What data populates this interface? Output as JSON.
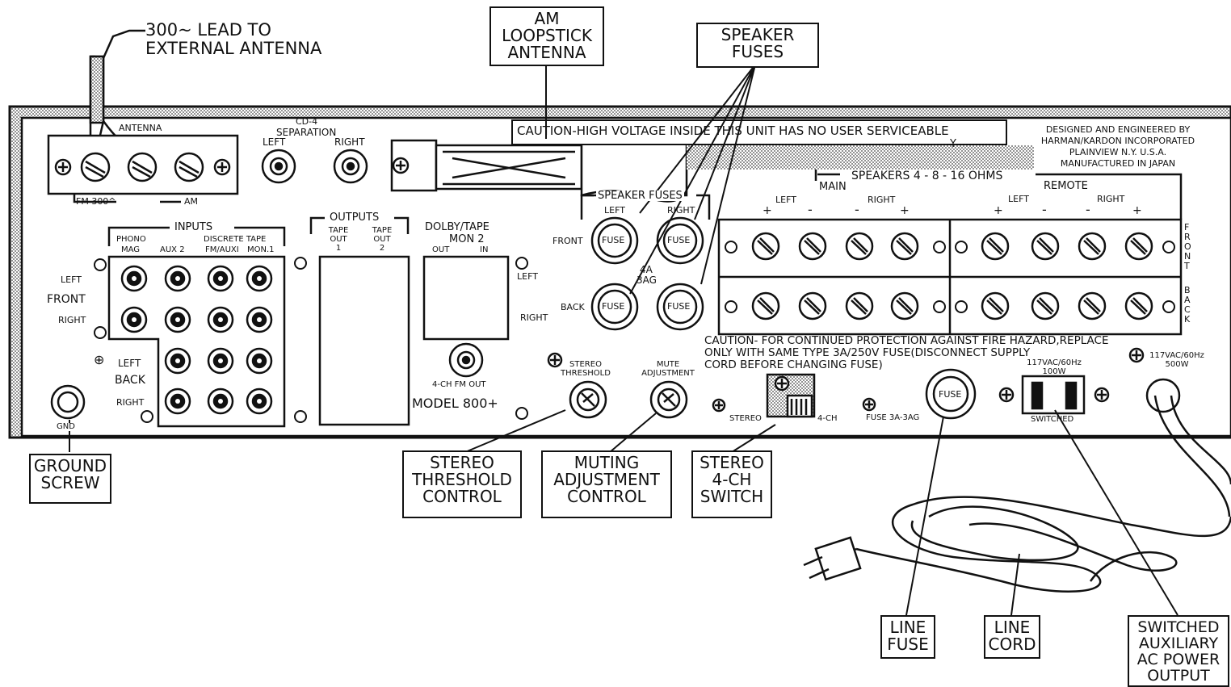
{
  "colors": {
    "ink": "#111111",
    "panel_shade": "#bdbdbd",
    "paper": "#ffffff"
  },
  "callouts": {
    "antenna_lead": [
      "300~ LEAD TO",
      "EXTERNAL ANTENNA"
    ],
    "am_loopstick": [
      "AM",
      "LOOPSTICK",
      "ANTENNA"
    ],
    "speaker_fuses": [
      "SPEAKER",
      "FUSES"
    ],
    "ground_screw": [
      "GROUND",
      "SCREW"
    ],
    "stereo_threshold": [
      "STEREO",
      "THRESHOLD",
      "CONTROL"
    ],
    "muting_adjustment": [
      "MUTING",
      "ADJUSTMENT",
      "CONTROL"
    ],
    "stereo_switch": [
      "STEREO",
      "4-CH",
      "SWITCH"
    ],
    "line_fuse": [
      "LINE",
      "FUSE"
    ],
    "line_cord": [
      "LINE",
      "CORD"
    ],
    "aux_output": [
      "SWITCHED",
      "AUXILIARY",
      "AC POWER",
      "OUTPUT"
    ]
  },
  "panel": {
    "antenna": {
      "title": "ANTENNA",
      "fm": "FM 300^",
      "am": "AM"
    },
    "cd4": {
      "title1": "CD-4",
      "title2": "SEPARATION",
      "left": "LEFT",
      "right": "RIGHT"
    },
    "caution_top": "CAUTION-HIGH VOLTAGE INSIDE  THIS UNIT HAS NO USER SERVICEABLE",
    "caution_top_tail": "Y",
    "maker": [
      "DESIGNED AND ENGINEERED BY",
      "HARMAN/KARDON INCORPORATED",
      "PLAINVIEW N.Y. U.S.A.",
      "MANUFACTURED IN JAPAN"
    ],
    "speakers": {
      "title": "SPEAKERS   4 - 8 - 16  OHMS",
      "main": "MAIN",
      "remote": "REMOTE",
      "left": "LEFT",
      "right": "RIGHT",
      "plus": "+",
      "minus": "-",
      "front": "FRONT",
      "back": "BACK"
    },
    "spk_fuses": {
      "title": "SPEAKER  FUSES",
      "left": "LEFT",
      "right": "RIGHT",
      "front": "FRONT",
      "back": "BACK",
      "fuse": "FUSE",
      "rating1": "4A",
      "rating2": "3AG"
    },
    "inputs": {
      "title": "INPUTS",
      "phono": [
        "PHONO",
        "MAG"
      ],
      "aux2": "AUX 2",
      "discrete": "DISCRETE TAPE",
      "fm_aux1": "FM/AUXI",
      "mon1": "MON.1",
      "left": "LEFT",
      "front": "FRONT",
      "right": "RIGHT",
      "back": "BACK"
    },
    "outputs": {
      "title": "OUTPUTS",
      "tape_out_1": [
        "TAPE",
        "OUT",
        "1"
      ],
      "tape_out_2": [
        "TAPE",
        "OUT",
        "2"
      ]
    },
    "dolby": {
      "title1": "DOLBY/TAPE",
      "title2": "MON 2",
      "out": "OUT",
      "in": "IN",
      "left": "LEFT",
      "right": "RIGHT",
      "fm_out": "4-CH  FM OUT"
    },
    "model": "MODEL  800+",
    "stereo_threshold": [
      "STEREO",
      "THRESHOLD"
    ],
    "mute_adjustment": [
      "MUTE",
      "ADJUSTMENT"
    ],
    "caution_fuse": [
      "CAUTION- FOR CONTINUED PROTECTION AGAINST FIRE HAZARD,REPLACE",
      "ONLY WITH SAME TYPE 3A/250V FUSE(DISCONNECT SUPPLY",
      "CORD BEFORE CHANGING FUSE)"
    ],
    "stereo": "STEREO",
    "four_ch": "4-CH",
    "fuse_rating": "FUSE 3A-3AG",
    "line_fuse_label": "FUSE",
    "switched_rating": [
      "117VAC/60Hz",
      "100W"
    ],
    "switched": "SWITCHED",
    "unswitched_rating": [
      "117VAC/60Hz",
      "500W"
    ],
    "gnd": "GND"
  }
}
